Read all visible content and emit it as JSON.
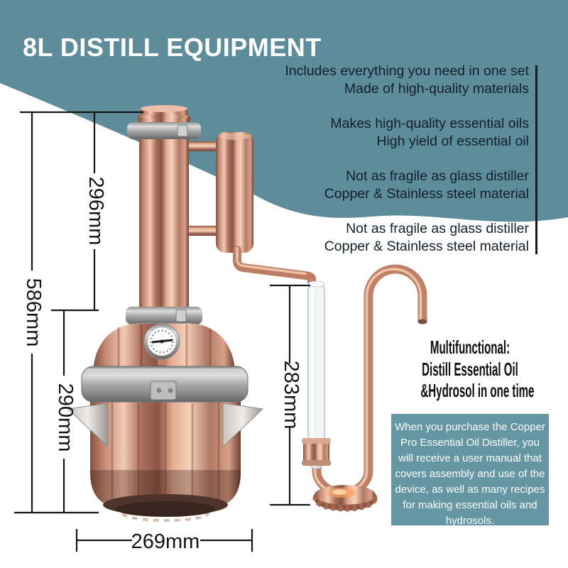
{
  "title": "8L DISTILL EQUIPMENT",
  "features": [
    {
      "line1": "Includes everything you need in one set",
      "line2": "Made of high-quality materials"
    },
    {
      "line1": "Makes high-quality essential oils",
      "line2": "High yield of essential oil"
    },
    {
      "line1": "Not as fragile as glass distiller",
      "line2": "Copper & Stainless steel material"
    },
    {
      "line1": "Not as fragile as glass distiller",
      "line2": "Copper & Stainless steel material"
    }
  ],
  "dimensions": {
    "column_height_label": "296mm",
    "total_height_label": "586mm",
    "pot_height_label": "290mm",
    "tube_height_label": "283mm",
    "base_width_label": "269mm"
  },
  "multifunctional": {
    "heading": "Multifunctional:",
    "line2": "Distill Essential Oil",
    "line3": "&Hydrosol in one time"
  },
  "info_box": {
    "text": "When you purchase the Copper Pro Essential Oil Distiller, you will receive a user manual that covers assembly and use of the device, as well as many recipes for making essential oils and hydrosols."
  },
  "colors": {
    "header_teal": "#5d8c9b",
    "info_box_teal": "#6596a4",
    "feature_text": "#131f2b",
    "dimension_ink": "#141414",
    "copper": "#c98a72",
    "steel": "#a8a8a8",
    "title_white": "#ffffff"
  }
}
